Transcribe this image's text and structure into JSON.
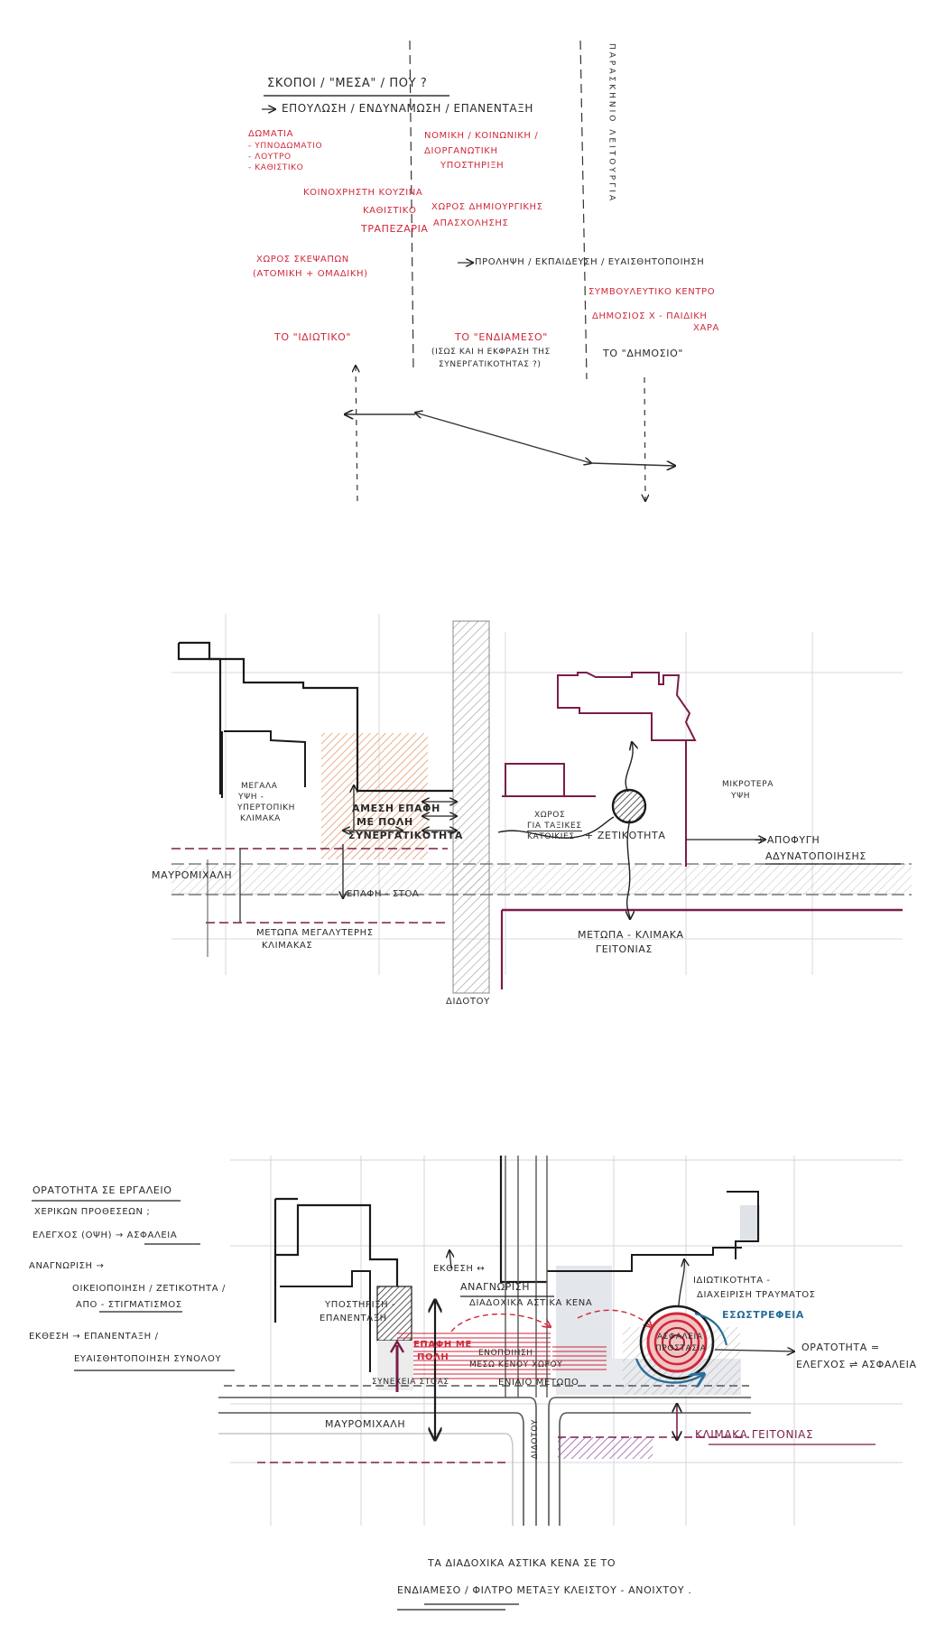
{
  "sketch1": {
    "title": "ΣΚΟΠΟΙ / \"ΜΕΣΑ\" / ΠΟΥ ?",
    "vertical_note": "ΠΑΡΑΣΚΗΝΙΟ ΛΕΙΤΟΥΡΓΙΑ",
    "goal_line": "ΕΠΟΥΛΩΣΗ / ΕΝΔΥΝΑΜΩΣΗ / ΕΠΑΝΕΝΤΑΞΗ",
    "private_items": [
      "ΔΩΜΑΤΙΑ",
      "- ΥΠΝΟΔΩΜΑΤΙΟ",
      "- ΛΟΥΤΡΟ",
      "- ΚΑΘΙΣΤΙΚΟ"
    ],
    "private_items2": [
      "ΚΟΙΝΟΧΡΗΣΤΗ ΚΟΥΖΙΝΑ",
      "ΚΑΘΙΣΤΙΚΟ",
      "ΤΡΑΠΕΖΑΡΙΑ"
    ],
    "private_items3": [
      "ΧΩΡΟΣ ΣΚΕΨΑΠΩΝ",
      "(ΑΤΟΜΙΚΗ + ΟΜΑΔΙΚΗ)"
    ],
    "mid_items": [
      "ΝΟΜΙΚΗ / ΚΟΙΝΩΝΙΚΗ /",
      "ΔΙΟΡΓΑΝΩΤΙΚΗ",
      "ΥΠΟΣΤΗΡΙΞΗ"
    ],
    "mid_items2": [
      "ΧΩΡΟΣ ΔΗΜΙΟΥΡΓΙΚΗΣ",
      "ΑΠΑΣΧΟΛΗΣΗΣ"
    ],
    "mid_arrow_text": "ΠΡΟΛΗΨΗ / ΕΚΠΑΙΔΕΥΣΗ / ΕΥΑΙΣΘΗΤΟΠΟΙΗΣΗ",
    "public_items": [
      "ΣΥΜΒΟΥΛΕΥΤΙΚΟ ΚΕΝΤΡΟ",
      "ΔΗΜΟΣΙΟΣ Χ - ΠΑΙΔΙΚΗ",
      "ΧΑΡΑ"
    ],
    "label_private": "ΤΟ \"ΙΔΙΩΤΙΚΟ\"",
    "label_mid": "ΤΟ \"ΕΝΔΙΑΜΕΣΟ\"",
    "label_mid_note": [
      "(ΙΣΩΣ ΚΑΙ Η ΕΚΦΡΑΣΗ ΤΗΣ",
      "ΣΥΝΕΡΓΑΤΙΚΟΤΗΤΑΣ ?)"
    ],
    "label_public": "ΤΟ \"ΔΗΜΟΣΙΟ\""
  },
  "sketch2": {
    "left_scale": [
      "ΜΕΓΑΛΑ",
      "ΥΨΗ -",
      "ΥΠΕΡΤΟΠΙΚΗ",
      "ΚΛΙΜΑΚΑ"
    ],
    "direct_contact": [
      "ΑΜΕΣΗ ΕΠΑΦΗ",
      "ΜΕ ΠΟΛΗ",
      "ΣΥΝΕΡΓΑΤΙΚΟΤΗΤΑ"
    ],
    "street_h": "ΜΑΥΡΟΜΙΧΑΛΗ",
    "contact_stoa": "ΕΠΑΦΗ - ΣΤΟΑ",
    "bigger_scale": [
      "ΜΕΤΩΠΑ ΜΕΓΑΛΥΤΕΡΗΣ",
      "ΚΛΙΜΑΚΑΣ"
    ],
    "street_v": "ΔΙΔΟΤΟΥ",
    "space_text": [
      "ΧΩΡΟΣ",
      "ΓΙΑ ΤΑΞΙΚΕΣ",
      "ΚΑΤΟΙΚΙΕΣ"
    ],
    "plus_text": "+ ΖΕΤΙΚΟΤΗΤΑ",
    "smaller_heights": [
      "ΜΙΚΡΟΤΕΡΑ",
      "ΥΨΗ"
    ],
    "avoid": [
      "→ ΑΠΟΦΥΓΗ",
      "ΑΔΥΝΑΤΟΠΟΙΗΣΗΣ"
    ],
    "neighborhood_front": [
      "ΜΕΤΩΠΑ - ΚΛΙΜΑΚΑ",
      "ΓΕΙΤΟΝΙΑΣ"
    ]
  },
  "sketch3": {
    "notes": [
      "ΟΡΑΤΟΤΗΤΑ ΣΕ ΕΡΓΑΛΕΙΟ",
      "ΧΕΡΙΚΩΝ ΠΡΟΘΕΣΕΩΝ ;",
      "ΕΛΕΓΧΟΣ (ΟΨΗ) → ΑΣΦΑΛΕΙΑ",
      "ΑΝΑΓΝΩΡΙΣΗ →",
      "ΟΙΚΕΙΟΠΟΙΗΣΗ / ΖΕΤΙΚΟΤΗΤΑ /",
      "ΑΠΟ - ΣΤΙΓΜΑΤΙΣΜΟΣ",
      "ΕΚΘΕΣΗ → ΕΠΑΝΕΝΤΑΞΗ /",
      "ΕΥΑΙΣΘΗΤΟΠΟΙΗΣΗ ΣΥΝΟΛΟΥ"
    ],
    "support": [
      "ΥΠΟΣΤΗΡΙΞΗ -",
      "ΕΠΑΝΕΝΤΑΞΗ"
    ],
    "exhibition": "ΕΚΘΕΣΗ ↔",
    "recognition": "ΑΝΑΓΝΩΡΙΣΗ",
    "successive": "ΔΙΑΔΟΧΙΚΑ ΑΣΤΙΚΑ ΚΕΝΑ",
    "contact_city": [
      "ΕΠΑΦΗ ΜΕ",
      "ΠΟΛΗ"
    ],
    "unify": [
      "ΕΝΟΠΟΙΗΣΗ",
      "ΜΕΣΩ ΚΕΝΟΥ ΧΩΡΟΥ"
    ],
    "privacy": [
      "ΙΔΙΩΤΙΚΟΤΗΤΑ -",
      "ΔΙΑΧΕΙΡΙΣΗ ΤΡΑΥΜΑΤΟΣ"
    ],
    "introversion": "ΕΣΩΣΤΡΕΦΕΙΑ",
    "safety_core": [
      "ΑΣΦΑΛΕΙΑ",
      "ΠΡΟΣΤΑΣΙΑ"
    ],
    "visibility_eq": [
      "ΟΡΑΤΟΤΗΤΑ =",
      "ΕΛΕΓΧΟΣ ⇌ ΑΣΦΑΛΕΙΑ"
    ],
    "stoa_cont": "ΣΥΝΕΧΕΙΑ ΣΤΟΑΣ",
    "single_front": "ΕΝΙΑΙΟ ΜΕΤΩΠΟ",
    "street_h": "ΜΑΥΡΟΜΙΧΑΛΗ",
    "street_v": "ΔΙΔΟΤΟΥ",
    "neighborhood": "ΚΛΙΜΑΚΑ ΓΕΙΤΟΝΙΑΣ",
    "caption": [
      "ΤΑ ΔΙΑΔΟΧΙΚΑ ΑΣΤΙΚΑ ΚΕΝΑ ΣΕ ΤΟ",
      "ΕΝΔΙΑΜΕΣΟ / ΦΙΛΤΡΟ ΜΕΤΑΞΥ ΚΛΕΙΣΤΟΥ - ΑΝΟΙΧΤΟΥ ."
    ]
  }
}
